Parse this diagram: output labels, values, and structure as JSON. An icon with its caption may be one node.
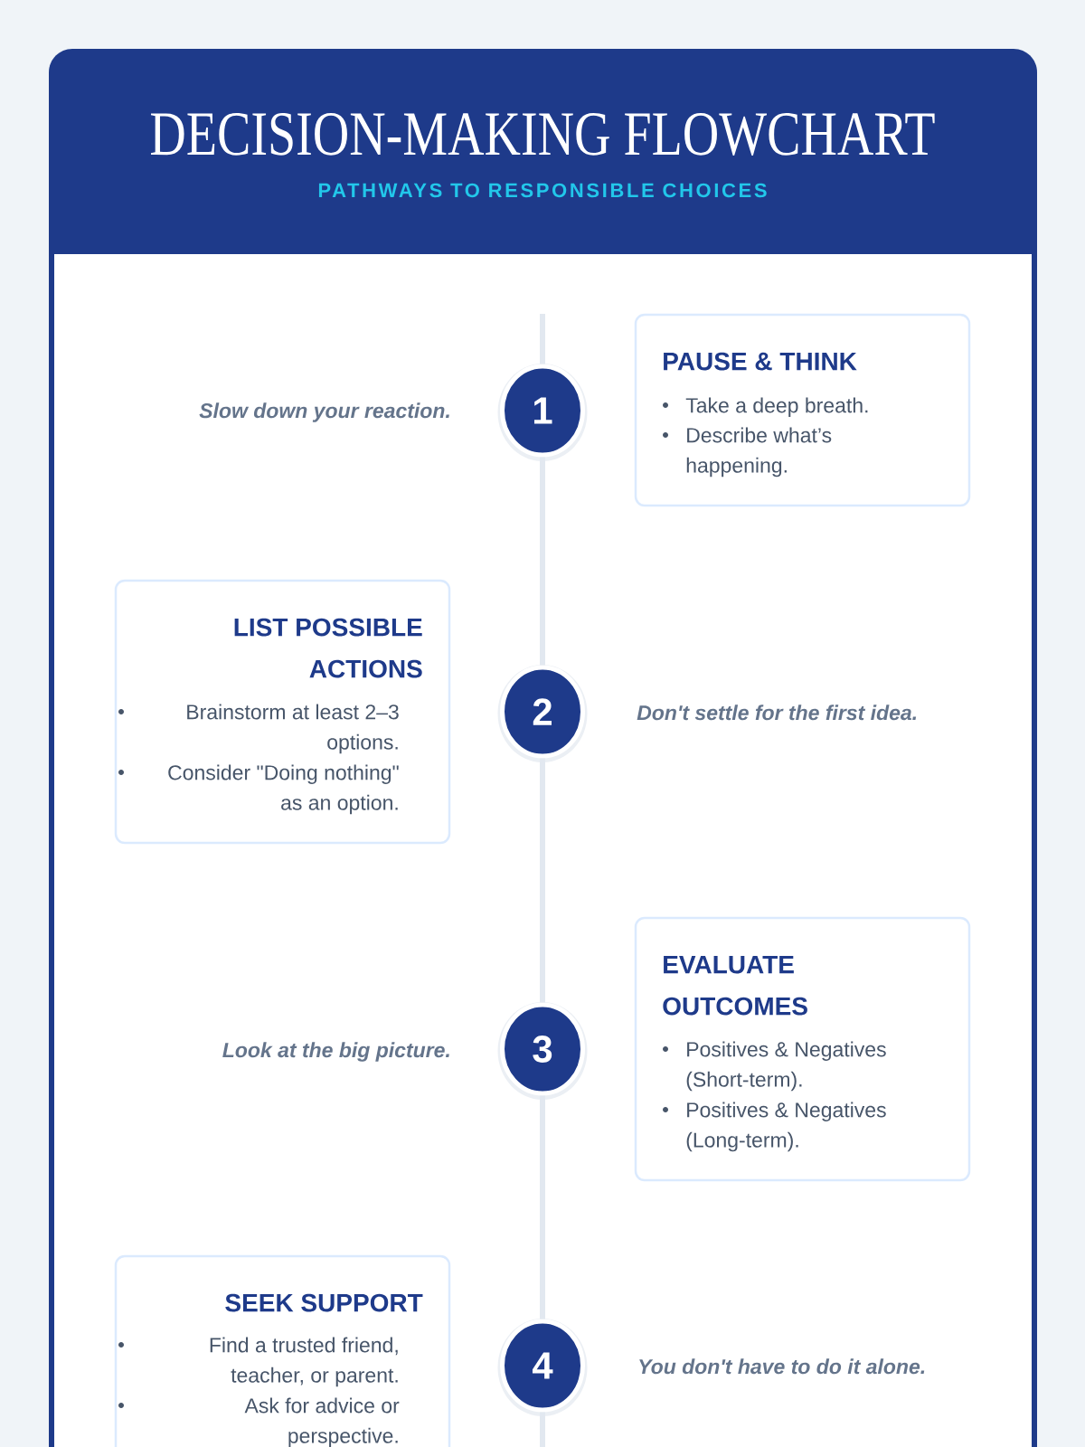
{
  "diagram": {
    "title": "DECISION-MAKING FLOWCHART",
    "nodes": [
      {
        "text": [
          "1"
        ],
        "beside": [
          "Slow down your reaction."
        ]
      },
      {
        "text": [
          "PAUSE & THINK",
          "Take a deep breath.",
          "Describe what’s happening."
        ]
      },
      {
        "text": [
          "2"
        ],
        "beside": [
          "Don't settle for the first idea."
        ]
      },
      {
        "text": [
          "LIST POSSIBLE ACTIONS",
          "Brainstorm at least 2–3 options.",
          "Consider \"Doing nothing\" as an option."
        ]
      },
      {
        "text": [
          "3"
        ],
        "beside": [
          "Look at the big picture."
        ]
      },
      {
        "text": [
          "EVALUATE OUTCOMES",
          "Positives & Negatives (Short-term).",
          "Positives & Negatives (Long-term)."
        ]
      },
      {
        "text": [
          "4"
        ],
        "beside": [
          "You don't have to do it alone."
        ]
      },
      {
        "text": [
          "SEEK SUPPORT",
          "Find a trusted friend, teacher, or parent.",
          "Ask for advice or perspective."
        ]
      }
    ],
    "edges": [
      {
        "from": null,
        "to": 0,
        "arrow": "none"
      },
      {
        "from": 0,
        "to": 2,
        "arrow": "none"
      },
      {
        "from": 2,
        "to": 4,
        "arrow": "none"
      },
      {
        "from": 4,
        "to": 6,
        "arrow": "none"
      },
      {
        "from": 6,
        "to": null,
        "arrow": "none"
      }
    ],
    "labels": [
      "PATHWAYS TO RESPONSIBLE CHOICES"
    ]
  }
}
